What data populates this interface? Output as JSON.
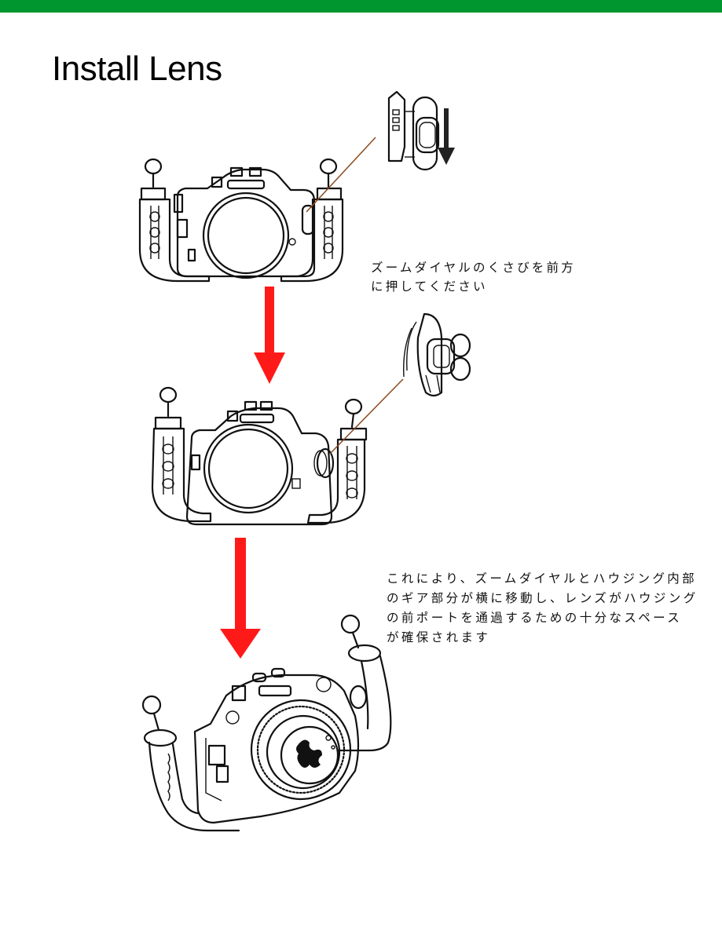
{
  "header": {
    "bar_color": "#00962f"
  },
  "page": {
    "title": "Install Lens"
  },
  "steps": [
    {
      "note_lines": [
        "ズームダイヤルのくさびを前方",
        "に押してください"
      ]
    },
    {
      "note_lines": [
        "これにより、ズームダイヤルとハウジング内部",
        "のギア部分が横に移動し、レンズがハウジング",
        "の前ポートを通過するための十分なスペース",
        "が確保されます"
      ]
    }
  ],
  "colors": {
    "arrow": "#ff1a1a",
    "leader_line": "#8b4a1f",
    "detail_arrow": "#222222"
  },
  "icons": {
    "step_arrow": "down-arrow-icon",
    "detail_arrow": "down-arrow-icon"
  }
}
